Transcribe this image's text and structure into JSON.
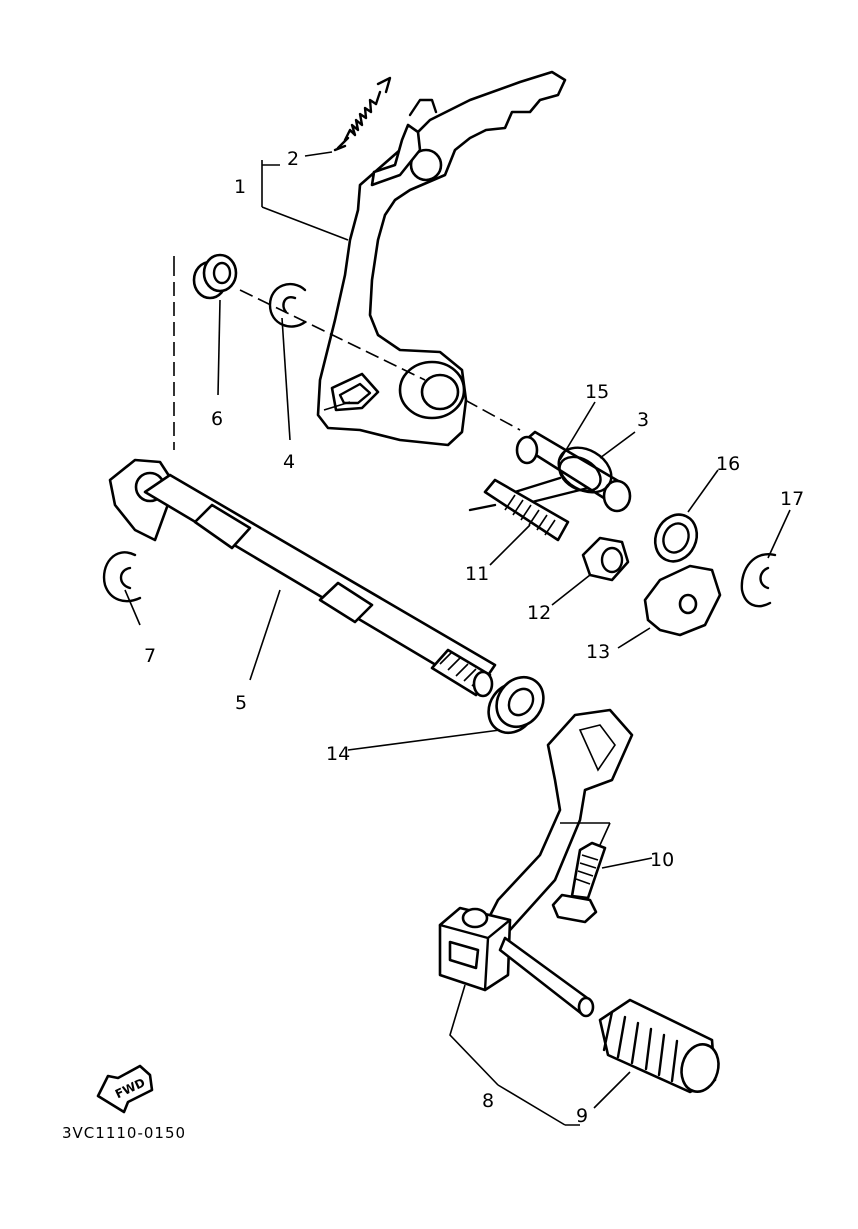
{
  "parts": [
    {
      "number": "1",
      "name": "shift-arm-1"
    },
    {
      "number": "2",
      "name": "spring-2"
    },
    {
      "number": "3",
      "name": "spring-3"
    },
    {
      "number": "4",
      "name": "circlip-4"
    },
    {
      "number": "5",
      "name": "shift-shaft-5"
    },
    {
      "number": "6",
      "name": "collar-6"
    },
    {
      "number": "7",
      "name": "circlip-7"
    },
    {
      "number": "8",
      "name": "shift-pedal-8"
    },
    {
      "number": "9",
      "name": "pedal-rubber-9"
    },
    {
      "number": "10",
      "name": "bolt-10"
    },
    {
      "number": "11",
      "name": "spring-11"
    },
    {
      "number": "12",
      "name": "nut-12"
    },
    {
      "number": "13",
      "name": "plate-13"
    },
    {
      "number": "14",
      "name": "oil-seal-14"
    },
    {
      "number": "15",
      "name": "bolt-15"
    },
    {
      "number": "16",
      "name": "washer-16"
    },
    {
      "number": "17",
      "name": "circlip-17"
    }
  ],
  "direction_badge": "FWD",
  "diagram_code": "3VC1110-0150"
}
